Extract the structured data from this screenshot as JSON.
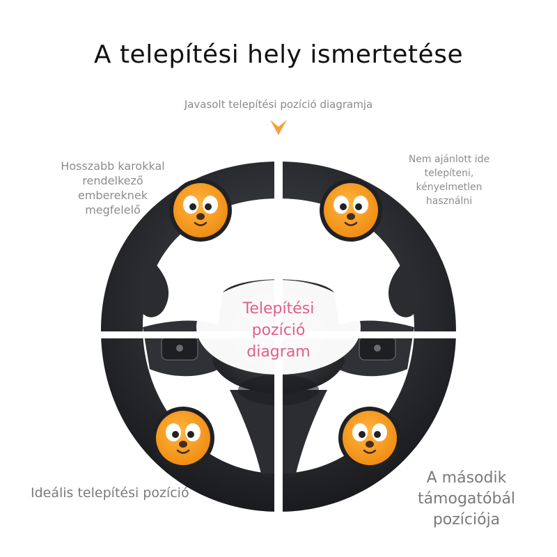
{
  "title": "A telepítési hely ismertetése",
  "subtitle": "Javasolt telepítési pozíció diagramja",
  "center_label": {
    "line1": "Telepítési",
    "line2": "pozíció",
    "line3": "diagram"
  },
  "notes": {
    "top_left": [
      "Hosszabb karokkal",
      "rendelkező",
      "embereknek",
      "megfelelő"
    ],
    "top_right": [
      "Nem ajánlott ide",
      "telepíteni,",
      "kényelmetlen",
      "használni"
    ],
    "bottom_left": "Ideális telepítési pozíció",
    "bottom_right": [
      "A második",
      "támogatóbál",
      "pozíciója"
    ]
  },
  "icons": {
    "arrow": "down-arrow-icon",
    "knob": "cartoon-face-icon"
  },
  "colors": {
    "title": "#111111",
    "subtitle": "#8a8a8a",
    "arrow": "#f2a23a",
    "center_label": "#e35d8c",
    "knob_orange": "#f59a1c",
    "wheel_leather": "#2c2e33"
  }
}
